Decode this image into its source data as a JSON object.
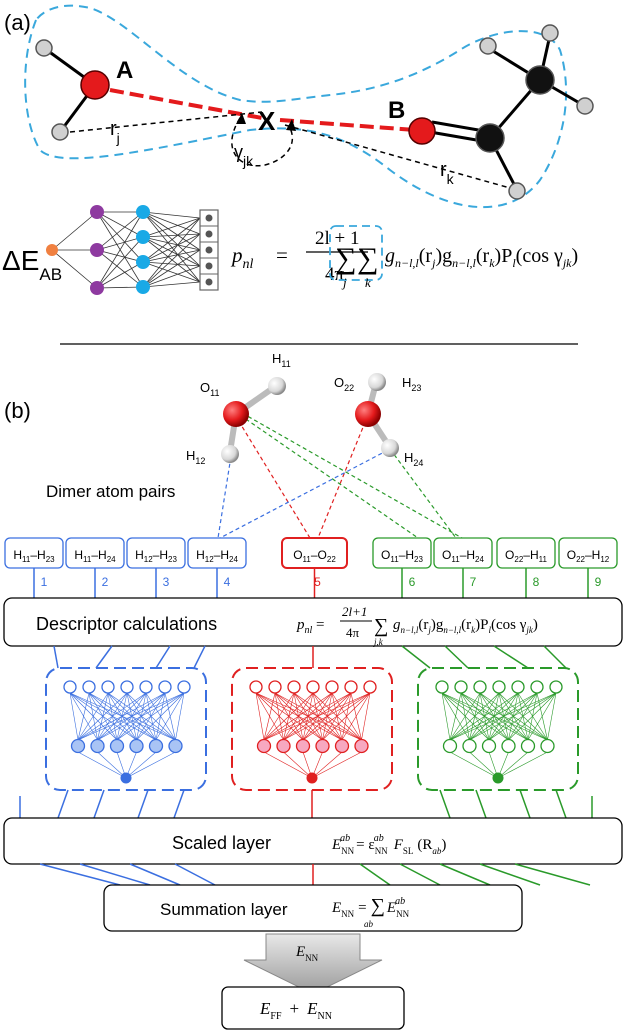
{
  "panel_a": {
    "label": "(a)",
    "atom_a": "A",
    "atom_b": "B",
    "center": "X",
    "rj": "r",
    "rj_sub": "j",
    "rk": "r",
    "rk_sub": "k",
    "gamma": "γ",
    "gamma_sub": "jk",
    "delta_e": "ΔE",
    "delta_e_sub": "AB",
    "formula_lhs": "p",
    "formula_lhs_sub": "nl",
    "formula_eq": "=",
    "frac_num": "2l + 1",
    "frac_den": "4π",
    "sum_sym": "∑",
    "sum_j": "j",
    "sum_k": "k",
    "formula_tail": "g",
    "g1_sub": "n−l,l",
    "g1_arg": "(r",
    "g1_arg_sub": "j",
    "g2": ")g",
    "g2_sub": "n−l,l",
    "g2_arg": "(r",
    "g2_arg_sub": "k",
    "p_l": ")P",
    "p_l_sub": "l",
    "cos_part": "(cos γ",
    "cos_sub": "jk",
    "cos_close": ")"
  },
  "panel_b": {
    "label": "(b)",
    "dimer_label": "Dimer atom pairs",
    "atoms": {
      "o11": "O",
      "o11_sub": "11",
      "h11": "H",
      "h11_sub": "11",
      "h12": "H",
      "h12_sub": "12",
      "o22": "O",
      "o22_sub": "22",
      "h23": "H",
      "h23_sub": "23",
      "h24": "H",
      "h24_sub": "24"
    },
    "pairs": [
      {
        "a": "H",
        "a_sub": "11",
        "b": "H",
        "b_sub": "23",
        "num": "1",
        "color": "#3b6fe0"
      },
      {
        "a": "H",
        "a_sub": "11",
        "b": "H",
        "b_sub": "24",
        "num": "2",
        "color": "#3b6fe0"
      },
      {
        "a": "H",
        "a_sub": "12",
        "b": "H",
        "b_sub": "23",
        "num": "3",
        "color": "#3b6fe0"
      },
      {
        "a": "H",
        "a_sub": "12",
        "b": "H",
        "b_sub": "24",
        "num": "4",
        "color": "#3b6fe0"
      },
      {
        "a": "O",
        "a_sub": "11",
        "b": "O",
        "b_sub": "22",
        "num": "5",
        "color": "#e02020"
      },
      {
        "a": "O",
        "a_sub": "11",
        "b": "H",
        "b_sub": "23",
        "num": "6",
        "color": "#2a9a2a"
      },
      {
        "a": "O",
        "a_sub": "11",
        "b": "H",
        "b_sub": "24",
        "num": "7",
        "color": "#2a9a2a"
      },
      {
        "a": "O",
        "a_sub": "22",
        "b": "H",
        "b_sub": "11",
        "num": "8",
        "color": "#2a9a2a"
      },
      {
        "a": "O",
        "a_sub": "22",
        "b": "H",
        "b_sub": "12",
        "num": "9",
        "color": "#2a9a2a"
      }
    ],
    "pair_dash": "–",
    "descriptor_label": "Descriptor calculations",
    "desc_formula_lhs": "p",
    "desc_formula_lhs_sub": "nl",
    "desc_frac_num": "2l+1",
    "desc_frac_den": "4π",
    "desc_sum_sub": "j,k",
    "desc_formula_body": "g",
    "desc_g1_sub": "n−l,l",
    "desc_g1_arg": "(r",
    "desc_g1_arg_sub": "j",
    "desc_g2": ")g",
    "desc_g2_sub": "n−l,l",
    "desc_g2_arg": "(r",
    "desc_g2_arg_sub": "k",
    "desc_pl": ")P",
    "desc_pl_sub": "l",
    "desc_cos": "(cos γ",
    "desc_cos_sub": "jk",
    "desc_cos_close": ")",
    "scaled_label": "Scaled layer",
    "scaled_formula_e": "E",
    "scaled_formula_e_sub": "NN",
    "scaled_formula_e_sup": "ab",
    "scaled_formula_eq": "= ε",
    "scaled_formula_eps_sub": "NN",
    "scaled_formula_eps_sup": "ab",
    "scaled_formula_f": "F",
    "scaled_formula_f_sub": "SL",
    "scaled_formula_r": "(R",
    "scaled_formula_r_sub": "ab",
    "scaled_formula_close": ")",
    "sum_label": "Summation layer",
    "sum_formula_e": "E",
    "sum_formula_e_sub": "NN",
    "sum_formula_eq": "=",
    "sum_formula_sigma": "∑",
    "sum_formula_sigma_sub": "ab",
    "sum_formula_e2": "E",
    "sum_formula_e2_sub": "NN",
    "sum_formula_e2_sup": "ab",
    "arrow_label": "E",
    "arrow_label_sub": "NN",
    "final_e1": "E",
    "final_e1_sub": "FF",
    "final_plus": "+",
    "final_e2": "E",
    "final_e2_sub": "NN"
  },
  "colors": {
    "blue": "#3b6fe0",
    "red": "#e02020",
    "green": "#2a9a2a",
    "cyan_dash": "#3aa8dc",
    "atom_red": "#e41a1c",
    "atom_black": "#111111",
    "atom_gray": "#d0d0d0",
    "nn_purple": "#8e3aa0",
    "nn_cyan": "#19a9e6",
    "nn_orange": "#f08040"
  }
}
